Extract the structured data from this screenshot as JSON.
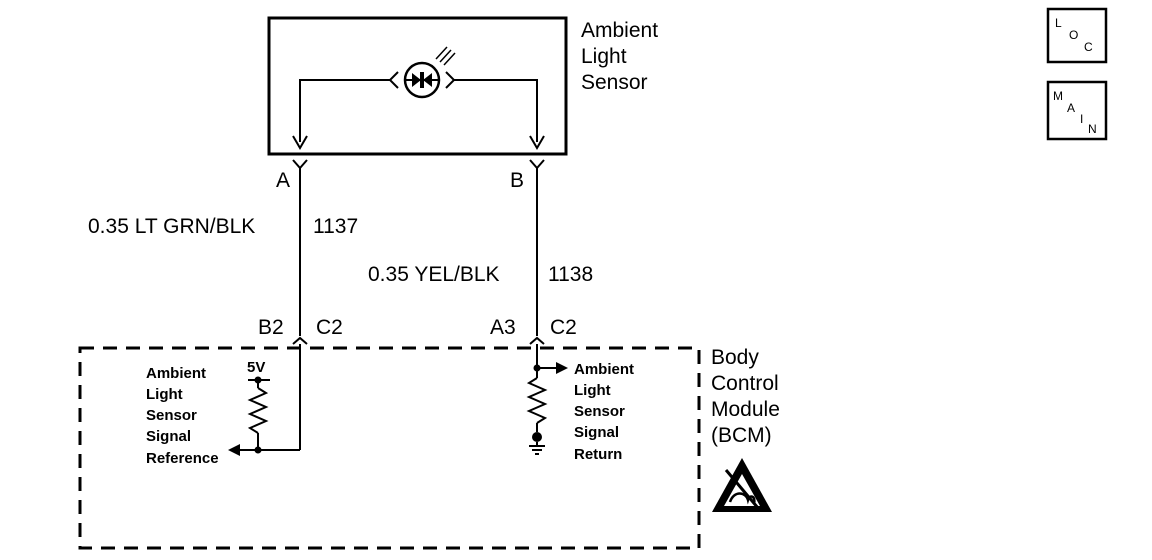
{
  "sensor": {
    "title_line1": "Ambient",
    "title_line2": "Light",
    "title_line3": "Sensor",
    "pin_a": "A",
    "pin_b": "B"
  },
  "wires": {
    "left_label": "0.35 LT GRN/BLK",
    "left_circuit": "1137",
    "right_label": "0.35 YEL/BLK",
    "right_circuit": "1138"
  },
  "bcm": {
    "pin_left": "B2",
    "connector_left": "C2",
    "pin_right": "A3",
    "connector_right": "C2",
    "title_line1": "Body",
    "title_line2": "Control",
    "title_line3": "Module",
    "title_line4": "(BCM)",
    "ref_line1": "Ambient",
    "ref_line2": "Light",
    "ref_line3": "Sensor",
    "ref_line4": "Signal",
    "ref_line5": "Reference",
    "voltage": "5V",
    "ret_line1": "Ambient",
    "ret_line2": "Light",
    "ret_line3": "Sensor",
    "ret_line4": "Signal",
    "ret_line5": "Return"
  },
  "icons": {
    "loc": {
      "l1": "L",
      "l2": "O",
      "l3": "C"
    },
    "main": {
      "l1": "M",
      "l2": "A",
      "l3": "I",
      "l4": "N"
    },
    "esd": "esd-warning-icon"
  }
}
